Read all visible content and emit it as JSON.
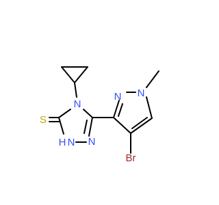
{
  "molecule": {
    "atom_labels": {
      "n_pyrazole_2": "N",
      "n_pyrazole_1": "N",
      "n_triazole_4": "N",
      "n_triazole_2": "N",
      "n_triazole_1_n": "N",
      "n_triazole_1_h": "H",
      "s_thione": "S",
      "br": "Br"
    },
    "colors": {
      "bond": "#000000",
      "nitrogen": "#3050f8",
      "sulfur": "#c6a400",
      "bromine": "#a52a2a"
    }
  }
}
